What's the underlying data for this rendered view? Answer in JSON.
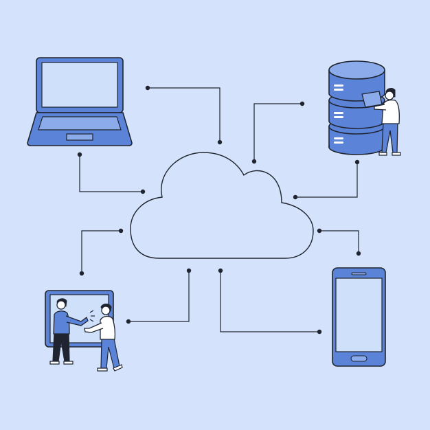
{
  "colors": {
    "background": "#d4e3fb",
    "outline": "#1f2430",
    "accent": "#5b84d8",
    "accent_light": "#8cabea",
    "screen": "#cfe0fb",
    "cloud_fill": "#d4e3fb",
    "skin": "#ffffff",
    "dark": "#1f2430"
  },
  "diagram": {
    "hub": {
      "icon": "cloud-icon"
    },
    "nodes": [
      {
        "id": "laptop",
        "icon": "laptop-icon"
      },
      {
        "id": "database",
        "icon": "database-server-icon"
      },
      {
        "id": "presentation",
        "icon": "people-presentation-icon"
      },
      {
        "id": "smartphone",
        "icon": "smartphone-icon"
      }
    ]
  }
}
